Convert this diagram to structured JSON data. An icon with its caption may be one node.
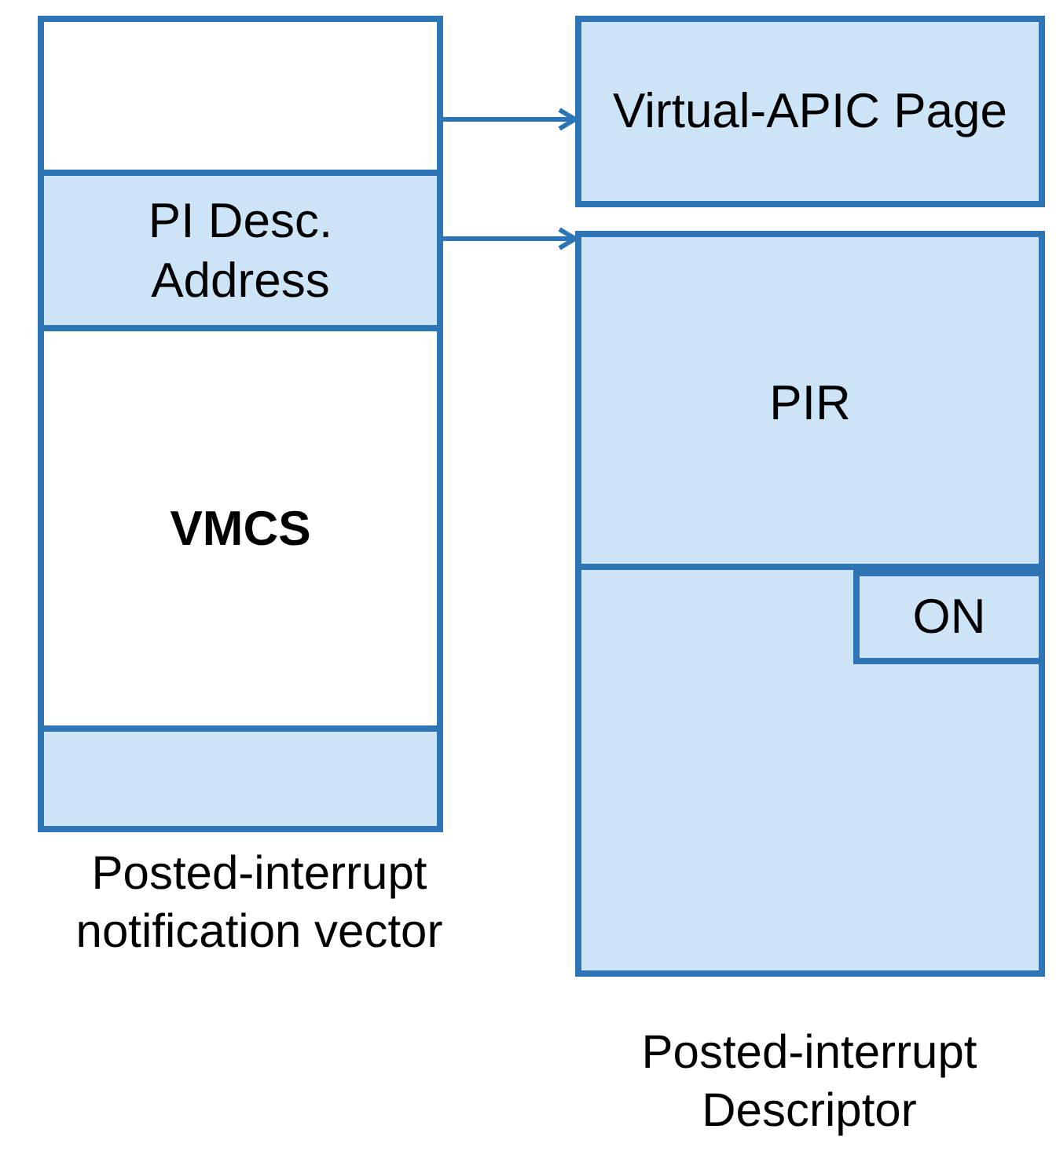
{
  "diagram": {
    "nodes": [
      {
        "text": [
          "VMCS"
        ]
      },
      {
        "text": [],
        "shape": "box",
        "in": 0
      },
      {
        "text": [
          "PI Desc. Address"
        ],
        "in": 0
      },
      {
        "text": [],
        "shape": "box",
        "in": 0,
        "beside": [
          "Posted-interrupt notification vector"
        ]
      },
      {
        "text": [
          "Virtual-APIC Page"
        ]
      },
      {
        "text": [
          "PIR"
        ],
        "beside": [
          "Posted-interrupt Descriptor"
        ]
      },
      {
        "text": [
          "ON"
        ],
        "in": 5
      }
    ],
    "edges": [
      {
        "from": 1,
        "to": 4,
        "arrow": "to"
      },
      {
        "from": 2,
        "to": 5,
        "arrow": "to"
      }
    ]
  }
}
